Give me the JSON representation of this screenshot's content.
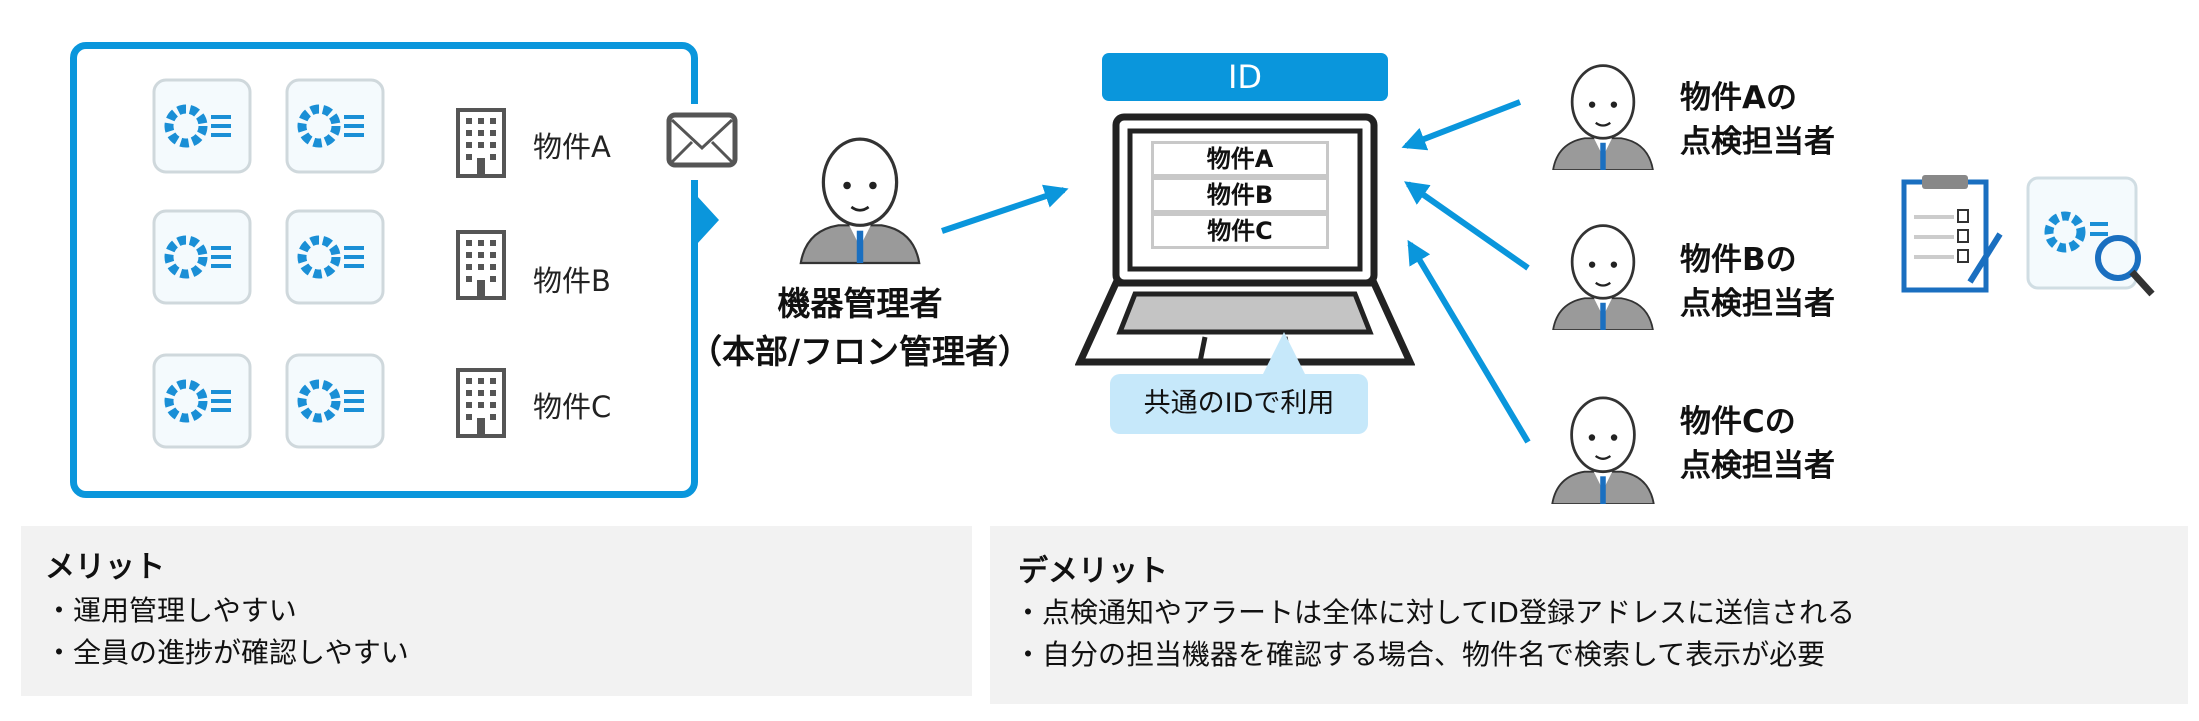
{
  "properties": [
    "物件A",
    "物件B",
    "物件C"
  ],
  "manager": {
    "line1": "機器管理者",
    "line2": "（本部/フロン管理者）"
  },
  "id_label": "ID",
  "laptop_rows": [
    "物件A",
    "物件B",
    "物件C"
  ],
  "shared_id_note": "共通のIDで利用",
  "inspectors": [
    {
      "line1": "物件Aの",
      "line2": "点検担当者"
    },
    {
      "line1": "物件Bの",
      "line2": "点検担当者"
    },
    {
      "line1": "物件Cの",
      "line2": "点検担当者"
    }
  ],
  "merit": {
    "title": "メリット",
    "items": [
      "・運用管理しやすい",
      "・全員の進捗が確認しやすい"
    ]
  },
  "demerit": {
    "title": "デメリット",
    "items": [
      "・点検通知やアラートは全体に対してID登録アドレスに送信される",
      "・自分の担当機器を確認する場合、物件名で検索して表示が必要"
    ]
  },
  "colors": {
    "accent": "#0a96dc",
    "bubble": "#c6e8fa",
    "panel": "#f2f2f2"
  }
}
